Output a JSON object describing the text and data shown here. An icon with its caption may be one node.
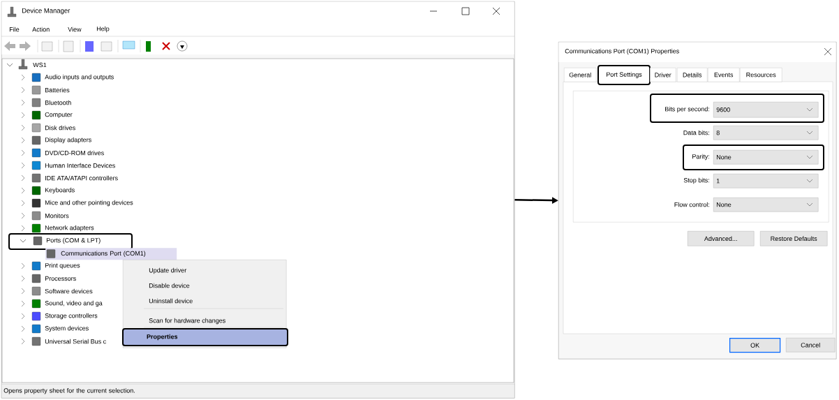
{
  "diagram": {
    "nodes": [
      {
        "text": [
          "Device Manager"
        ]
      },
      {
        "text": [
          "Ports (COM & LPT)"
        ],
        "in": 0
      },
      {
        "text": [
          "Communications Port (COM1)"
        ],
        "in": 0
      },
      {
        "text": [
          "Update driver",
          "Disable device",
          "Uninstall device",
          "Scan for hardware changes"
        ],
        "in": 0
      },
      {
        "text": [
          "Properties"
        ],
        "in": 3
      },
      {
        "text": [
          "Opens property sheet for the current selection."
        ],
        "in": 0
      },
      {
        "text": [
          "Communications Port (COM1) Properties"
        ]
      },
      {
        "text": [
          "General"
        ],
        "in": 6
      },
      {
        "text": [
          "Port Settings"
        ],
        "in": 6
      },
      {
        "text": [
          "Driver"
        ],
        "in": 6
      },
      {
        "text": [
          "Details"
        ],
        "in": 6
      },
      {
        "text": [
          "Events"
        ],
        "in": 6
      },
      {
        "text": [
          "Resources"
        ],
        "in": 6
      },
      {
        "text": [],
        "shape": "box",
        "in": 6
      },
      {
        "text": [],
        "shape": "box",
        "in": 13
      },
      {
        "text": [
          "9600"
        ],
        "beside": [
          "Bits per second:"
        ],
        "in": 14
      },
      {
        "text": [
          "8"
        ],
        "beside": [
          "Data bits:"
        ],
        "in": 13
      },
      {
        "text": [],
        "shape": "box",
        "in": 13
      },
      {
        "text": [
          "None"
        ],
        "beside": [
          "Parity:"
        ],
        "in": 17
      },
      {
        "text": [
          "1"
        ],
        "beside": [
          "Stop bits:"
        ],
        "in": 13
      },
      {
        "text": [
          "None"
        ],
        "beside": [
          "Flow control:"
        ],
        "in": 13
      },
      {
        "text": [
          "Advanced..."
        ],
        "in": 6
      },
      {
        "text": [
          "Restore Defaults"
        ],
        "in": 6
      },
      {
        "text": [
          "OK"
        ],
        "in": 6
      },
      {
        "text": [
          "Cancel"
        ],
        "in": 6
      }
    ],
    "edges": [
      {
        "from": 0,
        "to": 6,
        "arrow": "to"
      }
    ],
    "labels": [
      "File",
      "Action",
      "View",
      "Help",
      "WS1",
      "Audio inputs and outputs",
      "Batteries",
      "Bluetooth",
      "Computer",
      "Disk drives",
      "Display adapters",
      "DVD/CD-ROM drives",
      "Human Interface Devices",
      "IDE ATA/ATAPI controllers",
      "Keyboards",
      "Mice and other pointing devices",
      "Monitors",
      "Network adapters",
      "Print queues",
      "Processors",
      "Software devices",
      "Sound, video and ga",
      "Storage controllers",
      "System devices",
      "Universal Serial Bus c"
    ]
  }
}
